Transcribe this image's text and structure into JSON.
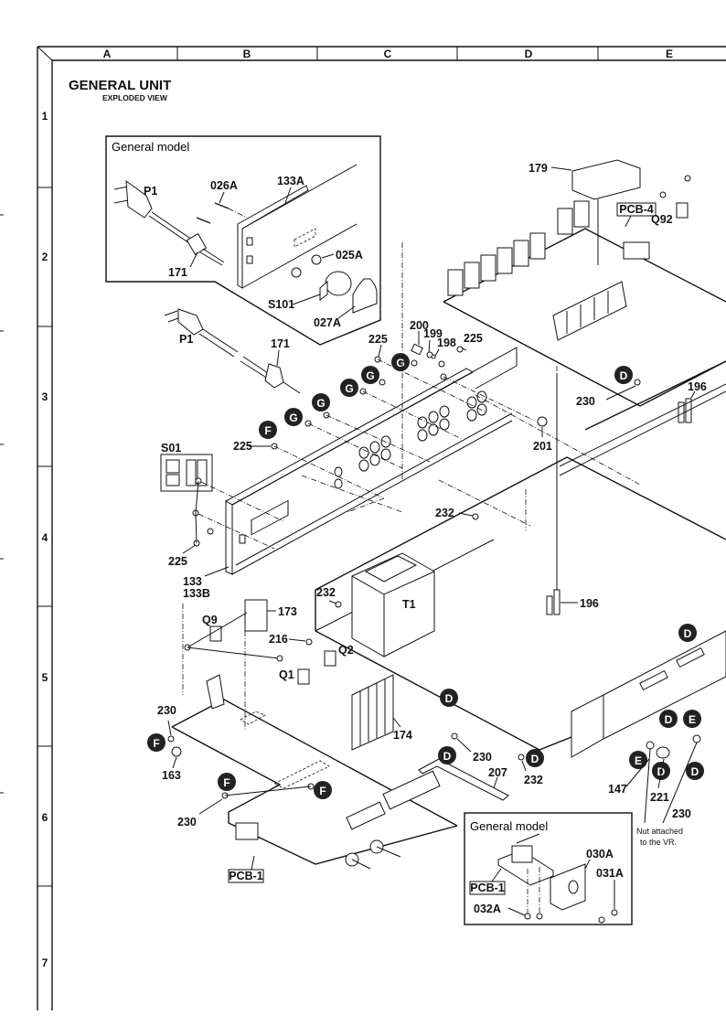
{
  "header": {
    "title": "GENERAL UNIT",
    "subtitle": "EXPLODED VIEW"
  },
  "grid": {
    "columns": [
      "A",
      "B",
      "C",
      "D",
      "E"
    ],
    "rows": [
      "1",
      "2",
      "3",
      "4",
      "5",
      "6",
      "7"
    ]
  },
  "insets": {
    "top": {
      "title": "General model",
      "labels": {
        "p1": "P1",
        "l026a": "026A",
        "l133a": "133A",
        "l025a": "025A",
        "l171": "171",
        "s101": "S101",
        "l027a": "027A"
      }
    },
    "bottom": {
      "title": "General model",
      "labels": {
        "l030a": "030A",
        "l031a": "031A",
        "pcb1": "PCB-1",
        "l032a": "032A"
      }
    }
  },
  "labels": {
    "l179": "179",
    "pcb4": "PCB-4",
    "q92": "Q92",
    "p1": "P1",
    "l171": "171",
    "l225a": "225",
    "l200": "200",
    "l199": "199",
    "l198": "198",
    "l225b": "225",
    "l230a": "230",
    "l196a": "196",
    "l225c": "225",
    "s01": "S01",
    "l201": "201",
    "l232a": "232",
    "l225d": "225",
    "l133": "133",
    "l133b": "133B",
    "l232b": "232",
    "t1": "T1",
    "l196b": "196",
    "l173": "173",
    "q9": "Q9",
    "l216": "216",
    "q2": "Q2",
    "q1": "Q1",
    "l230b": "230",
    "l174": "174",
    "l163": "163",
    "l230c": "230",
    "l232c": "232",
    "l230d": "230",
    "l207": "207",
    "l147": "147",
    "l221": "221",
    "l230e": "230",
    "pcb1": "PCB-1"
  },
  "badges": {
    "g1": "G",
    "g2": "G",
    "g3": "G",
    "g4": "G",
    "g5": "G",
    "f1": "F",
    "f2": "F",
    "f3": "F",
    "f4": "F",
    "d1": "D",
    "d2": "D",
    "d3": "D",
    "d4": "D",
    "d5": "D",
    "d6": "D",
    "d7": "D",
    "e1": "E",
    "e2": "E"
  },
  "note": {
    "line1": "Nut attached",
    "line2": "to the VR."
  }
}
